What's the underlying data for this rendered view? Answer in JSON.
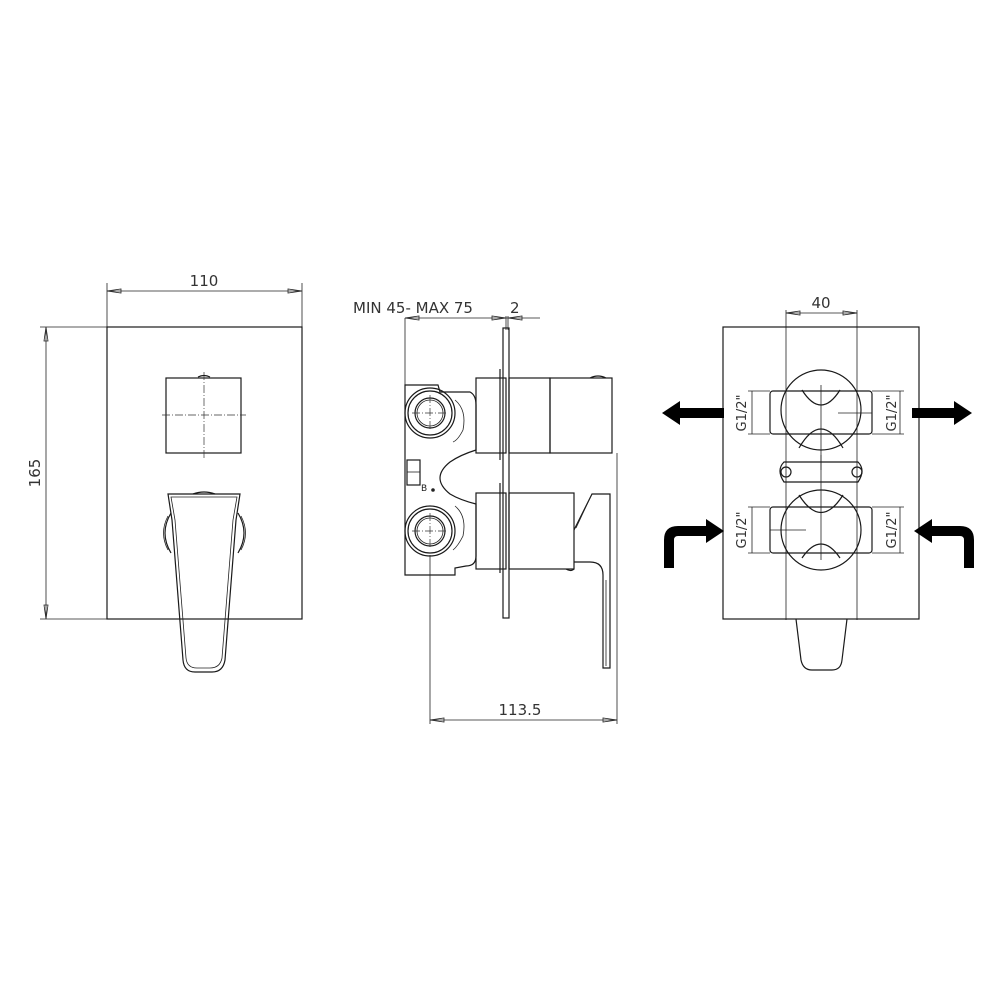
{
  "drawing": {
    "front_view": {
      "width_dim": "110",
      "height_dim": "165"
    },
    "side_view": {
      "depth_range_dim": "MIN 45- MAX 75",
      "plate_thickness_dim": "2",
      "total_depth_dim": "113.5",
      "body_marking": "B"
    },
    "rear_view": {
      "spacing_dim": "40",
      "thread_labels": [
        "G1/2\"",
        "G1/2\"",
        "G1/2\"",
        "G1/2\""
      ],
      "flow_arrows": [
        "outlet-left",
        "outlet-right",
        "inlet-left",
        "inlet-right"
      ]
    }
  },
  "colors": {
    "line": "#1a1a1a",
    "arrow": "#000000",
    "background": "#ffffff"
  }
}
